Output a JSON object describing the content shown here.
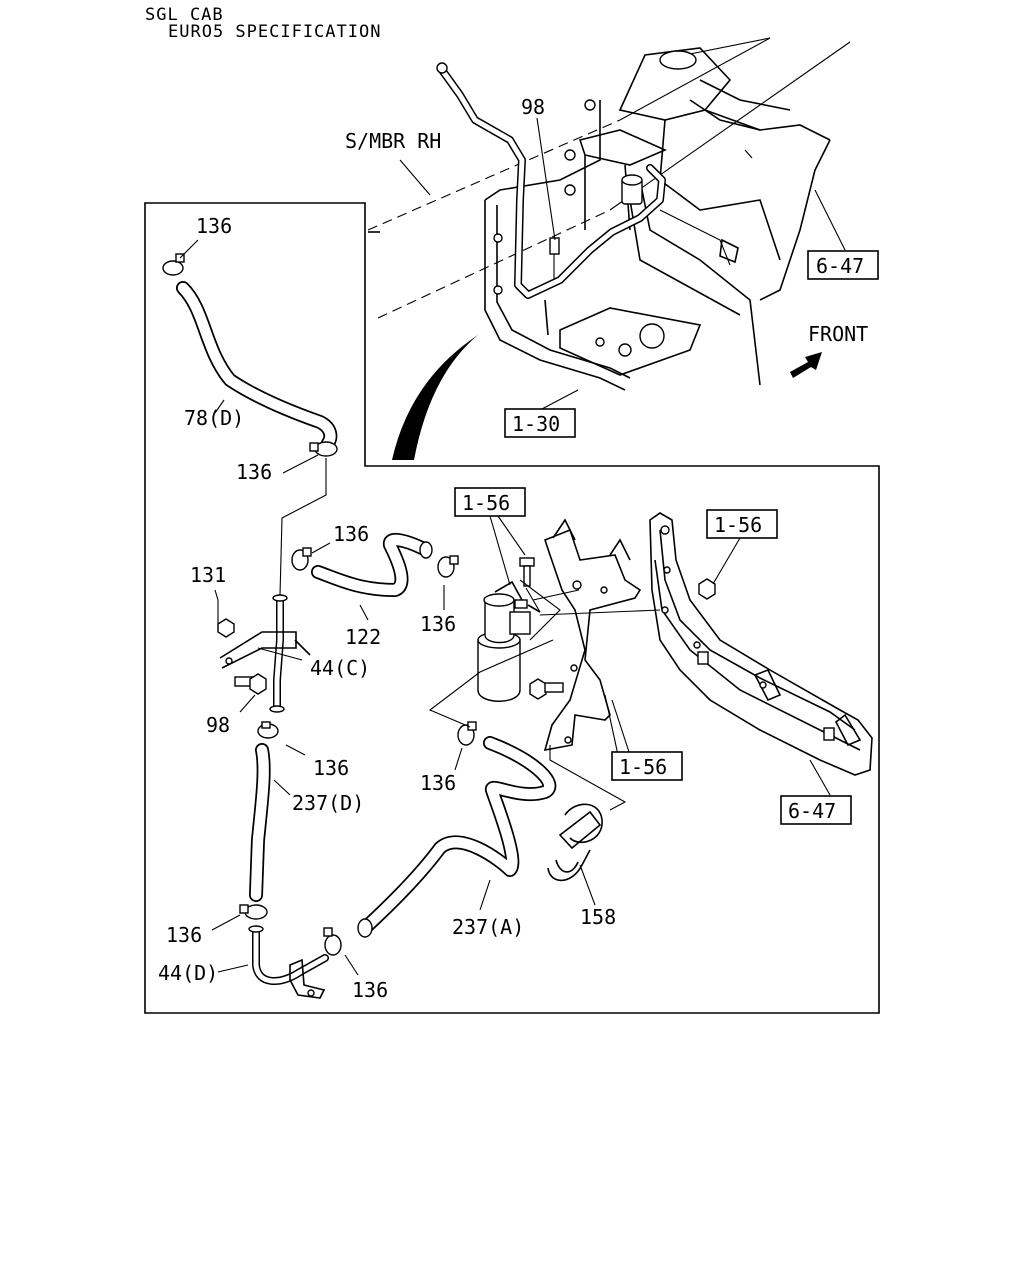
{
  "header": {
    "line1": "SGL CAB",
    "line2": "EURO5 SPECIFICATION"
  },
  "labels": {
    "s_mbr_rh": "S/MBR RH",
    "front": "FRONT",
    "p98_top": "98",
    "p136_a": "136",
    "p78d": "78(D)",
    "p136_b": "136",
    "p136_c": "136",
    "p131": "131",
    "p122": "122",
    "p136_d": "136",
    "p44c": "44(C)",
    "p98_mid": "98",
    "p136_e": "136",
    "p237d": "237(D)",
    "p136_f": "136",
    "p237a": "237(A)",
    "p158": "158",
    "p136_g": "136",
    "p44d": "44(D)",
    "p136_h": "136"
  },
  "refs": {
    "r647_top": "6-47",
    "r130": "1-30",
    "r156_a": "1-56",
    "r156_b": "1-56",
    "r156_c": "1-56",
    "r647_bot": "6-47"
  }
}
